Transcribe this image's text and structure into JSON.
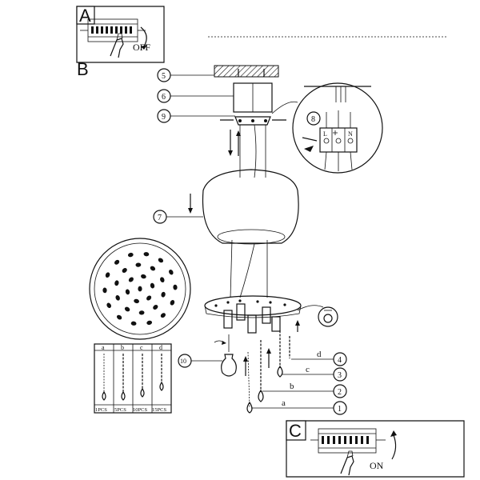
{
  "panels": {
    "a": "A",
    "b": "B",
    "c": "C"
  },
  "switch": {
    "off": "OFF",
    "on": "ON"
  },
  "callouts": {
    "c1": "1",
    "c2": "2",
    "c3": "3",
    "c4": "4",
    "c5": "5",
    "c6": "6",
    "c7": "7",
    "c8": "8",
    "c9": "9",
    "c10": "10"
  },
  "strands": {
    "a": "a",
    "b": "b",
    "c": "c",
    "d": "d"
  },
  "terminal": {
    "l": "L",
    "n": "N"
  },
  "strand_table": {
    "headers": [
      "a",
      "b",
      "c",
      "d"
    ],
    "counts": [
      "1PCS",
      "5PCS",
      "10PCS",
      "15PCS"
    ]
  }
}
